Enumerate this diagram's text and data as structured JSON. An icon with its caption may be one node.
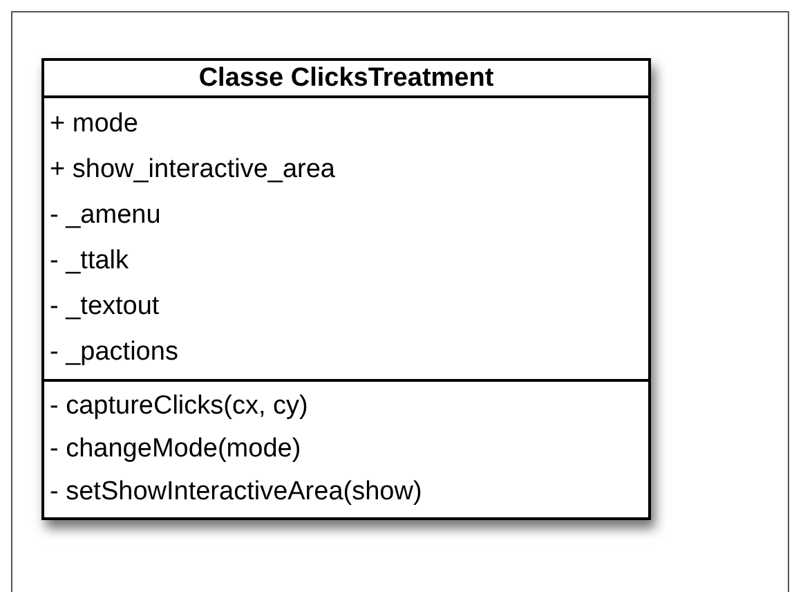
{
  "diagram": {
    "nodes": [
      {
        "text": [
          "Classe ClicksTreatment"
        ]
      },
      {
        "text": [
          "+ mode",
          "+ show_interactive_area",
          "- _amenu",
          "- _ttalk",
          "- _textout",
          "- _pactions"
        ],
        "in": 0
      },
      {
        "text": [
          "- captureClicks(cx, cy)",
          "- changeMode(mode)",
          "- setShowInteractiveArea(show)"
        ],
        "in": 0
      }
    ]
  }
}
